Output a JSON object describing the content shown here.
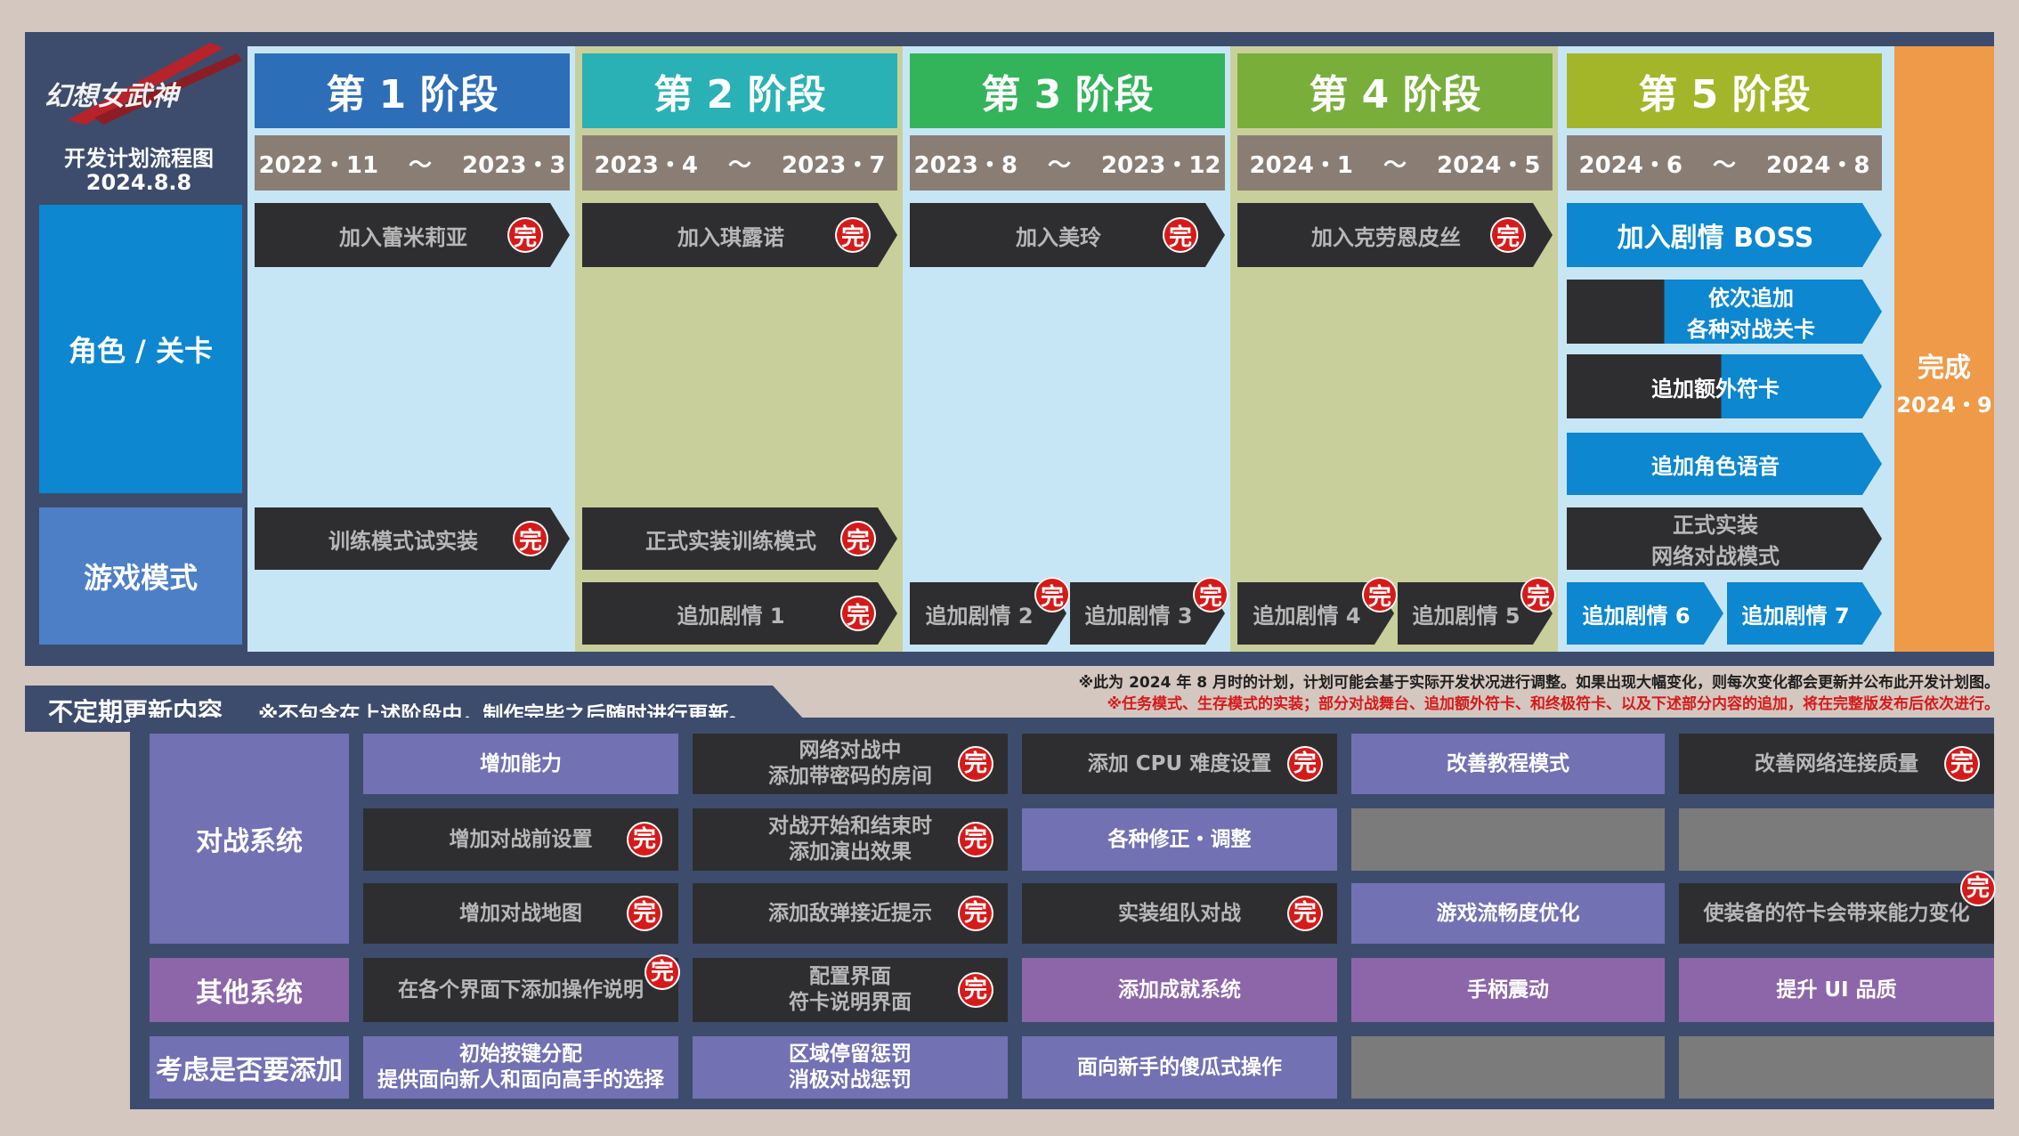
{
  "logo": {
    "title": "开发计划流程图",
    "date": "2024.8.8",
    "brand_mark": "幻想女武神"
  },
  "rows": {
    "characters": "角色 / 关卡",
    "modes": "游戏模式"
  },
  "stages": [
    {
      "name": "第 1 阶段",
      "start": "2022・11",
      "end": "2023・3"
    },
    {
      "name": "第 2 阶段",
      "start": "2023・4",
      "end": "2023・7"
    },
    {
      "name": "第 3 阶段",
      "start": "2023・8",
      "end": "2023・12"
    },
    {
      "name": "第 4 阶段",
      "start": "2024・1",
      "end": "2024・5"
    },
    {
      "name": "第 5 阶段",
      "start": "2024・6",
      "end": "2024・8"
    }
  ],
  "range_sep": "～",
  "done_mark": "完",
  "stage_items": {
    "s1_char": "加入蕾米莉亚",
    "s2_char": "加入琪露诺",
    "s3_char": "加入美玲",
    "s4_char": "加入克劳恩皮丝",
    "s5_char1": "加入剧情 BOSS",
    "s5_char2a": "依次追加",
    "s5_char2b": "各种对战关卡",
    "s5_char3": "追加额外符卡",
    "s5_char4": "追加角色语音",
    "s1_mode": "训练模式试实装",
    "s2_mode": "正式实装训练模式",
    "s5_mode_a": "正式实装",
    "s5_mode_b": "网络对战模式",
    "s2_story": "追加剧情 1",
    "s3_story_a": "追加剧情 2",
    "s3_story_b": "追加剧情 3",
    "s4_story_a": "追加剧情 4",
    "s4_story_b": "追加剧情 5",
    "s5_story_a": "追加剧情 6",
    "s5_story_b": "追加剧情 7"
  },
  "final": {
    "label": "完成",
    "date": "2024・9"
  },
  "notes": [
    "※此为 2024 年 8 月时的计划，计划可能会基于实际开发状况进行调整。如果出现大幅变化，则每次变化都会更新并公布此开发计划图。",
    "※任务模式、生存模式的实装；部分对战舞台、追加额外符卡、和终极符卡、以及下述部分内容的追加，将在完整版发布后依次进行。"
  ],
  "updates": {
    "title": "不定期更新内容",
    "subtitle": "※不包含在上述阶段中，制作完毕之后随时进行更新。",
    "categories": {
      "battle": "对战系统",
      "other": "其他系统",
      "consider": "考虑是否要添加"
    },
    "battle": [
      [
        "增加能力",
        "网络对战中",
        "添加带密码的房间",
        "添加 CPU 难度设置",
        "改善教程模式",
        "改善网络连接质量"
      ],
      [
        "增加对战前设置",
        "对战开始和结束时",
        "添加演出效果",
        "各种修正・调整"
      ],
      [
        "增加对战地图",
        "添加敌弹接近提示",
        "实装组队对战",
        "游戏流畅度优化",
        "使装备的符卡会带来能力变化"
      ]
    ],
    "other": [
      "在各个界面下添加操作说明",
      "配置界面",
      "符卡说明界面",
      "添加成就系统",
      "手柄震动",
      "提升 UI 品质"
    ],
    "consider": [
      "初始按键分配",
      "提供面向新人和面向高手的选择",
      "区域停留惩罚",
      "消极对战惩罚",
      "面向新手的傻瓜式操作"
    ]
  }
}
